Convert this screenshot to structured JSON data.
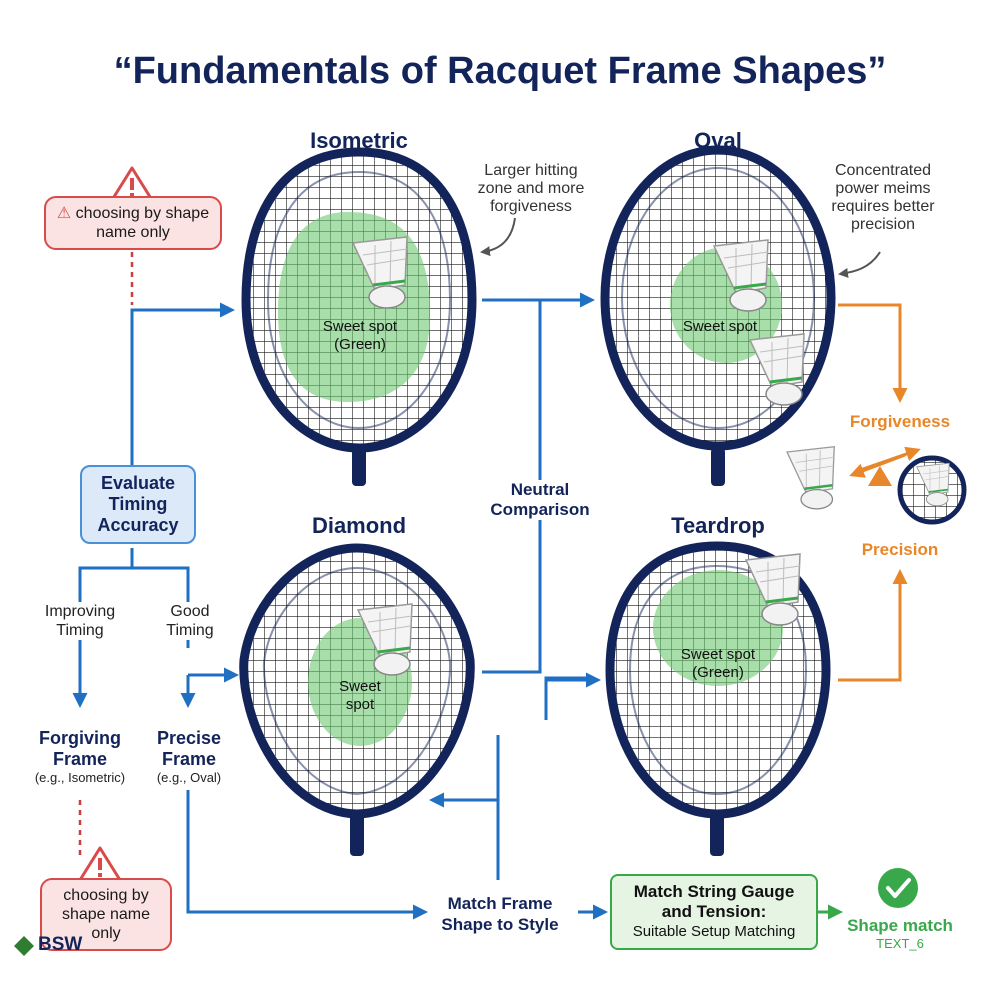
{
  "title": "“Fundamentals of Racquet Frame Shapes”",
  "frames": {
    "isometric": {
      "label": "Isometric",
      "note": "Larger hitting zone and more forgiveness",
      "spot": "Sweet spot",
      "spot_sub": "(Green)"
    },
    "oval": {
      "label": "Oval",
      "note": "Concentrated power meims requires better precision",
      "spot": "Sweet spot"
    },
    "diamond": {
      "label": "Diamond",
      "spot_1": "Sweet",
      "spot_2": "spot"
    },
    "teardrop": {
      "label": "Teardrop",
      "spot": "Sweet spot",
      "spot_sub": "(Green)"
    }
  },
  "warning_top": {
    "text": "choosing by shape name only"
  },
  "warning_bottom": {
    "line1": "choosing by",
    "line2": "shape name",
    "line3": "only"
  },
  "evaluate": {
    "line1": "Evaluate",
    "line2": "Timing",
    "line3": "Accuracy"
  },
  "improving": {
    "line1": "Improving",
    "line2": "Timing"
  },
  "good": {
    "line1": "Good",
    "line2": "Timing"
  },
  "forgiving_frame": {
    "line1": "Forgiving",
    "line2": "Frame",
    "example": "(e.g., Isometric)"
  },
  "precise_frame": {
    "line1": "Precise",
    "line2": "Frame",
    "example": "(e.g., Oval)"
  },
  "neutral": {
    "line1": "Neutral",
    "line2": "Comparison"
  },
  "forgiveness_label": "Forgiveness",
  "precision_label": "Precision",
  "match_frame": {
    "line1": "Match Frame",
    "line2": "Shape to Style"
  },
  "string_box": {
    "title1": "Match String Gauge",
    "title2": "and Tension:",
    "sub": "Suitable Setup Matching"
  },
  "shape_match": {
    "label": "Shape match",
    "sub": "TEXT_6"
  },
  "logo": {
    "text": "BSW"
  },
  "colors": {
    "navy": "#13245a",
    "flow_blue": "#1f6fc2",
    "orange": "#e8862a",
    "green": "#39a84a",
    "warning_red": "#d94a4a"
  }
}
